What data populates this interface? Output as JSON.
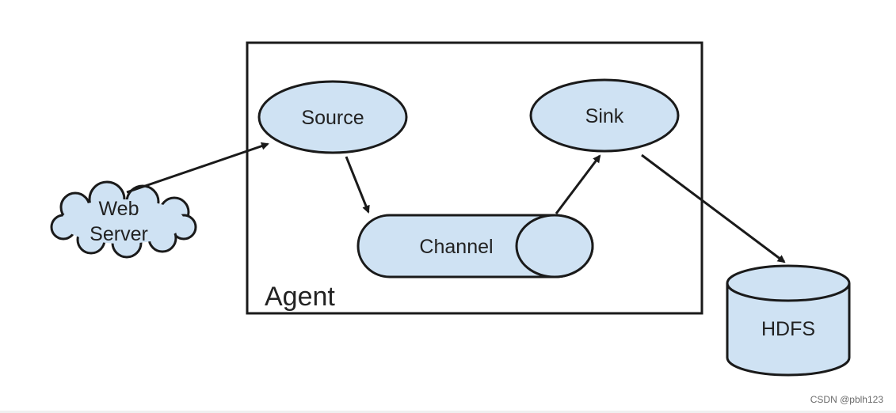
{
  "diagram": {
    "agent_label": "Agent",
    "nodes": {
      "source": "Source",
      "sink": "Sink",
      "channel": "Channel",
      "web_server_line1": "Web",
      "web_server_line2": "Server",
      "hdfs": "HDFS"
    }
  },
  "watermark": "CSDN @pblh123",
  "colors": {
    "node_fill": "#cfe2f3",
    "stroke": "#1a1a1a",
    "background": "#ffffff"
  }
}
